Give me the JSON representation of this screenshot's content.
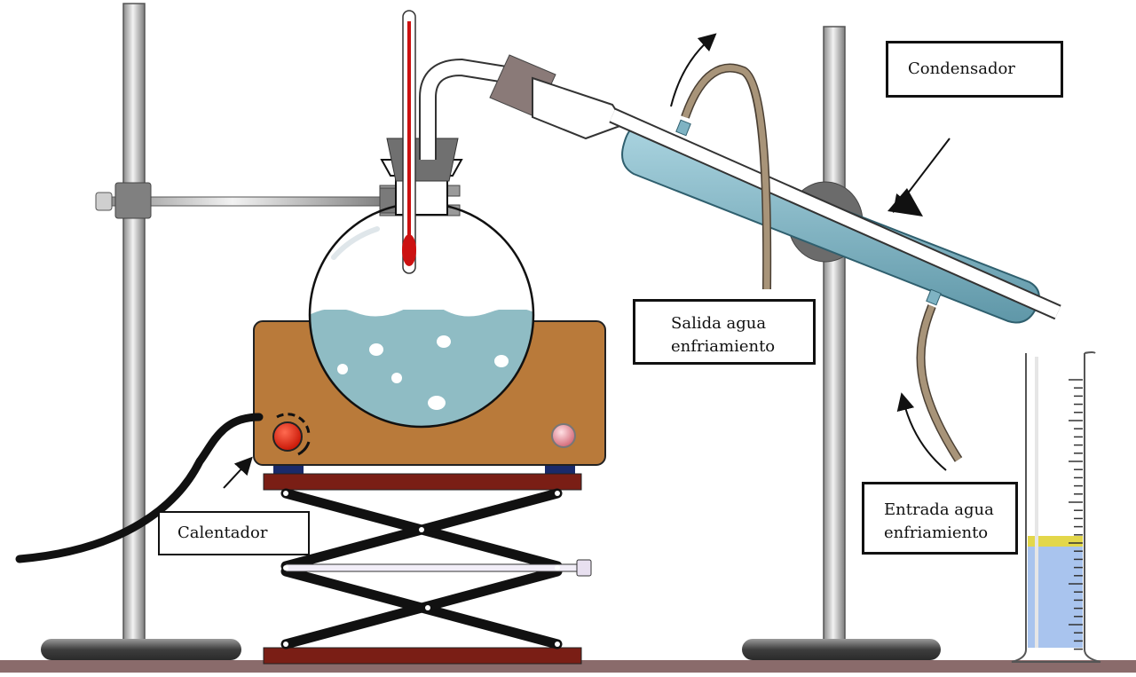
{
  "labels": {
    "condenser": "Condensador",
    "outlet_line1": "Salida agua",
    "outlet_line2": "enfriamiento",
    "inlet_line1": "Entrada agua",
    "inlet_line2": "enfriamiento",
    "heater": "Calentador"
  },
  "colors": {
    "floor": "#8a6b6b",
    "heater_body": "#b97a3a",
    "liquid": "#8fbcc4",
    "condenser_jacket": "#7fb3c3",
    "thermometer_red": "#cc1111",
    "hose": "#a89479",
    "cylinder_liquid": "#a9c4ee",
    "cylinder_meniscus": "#e3d74a",
    "knob_red": "#e02010",
    "table_top": "#7a1e15"
  },
  "icons": [
    "knob-icon",
    "indicator-light-icon",
    "arrow-icon"
  ]
}
